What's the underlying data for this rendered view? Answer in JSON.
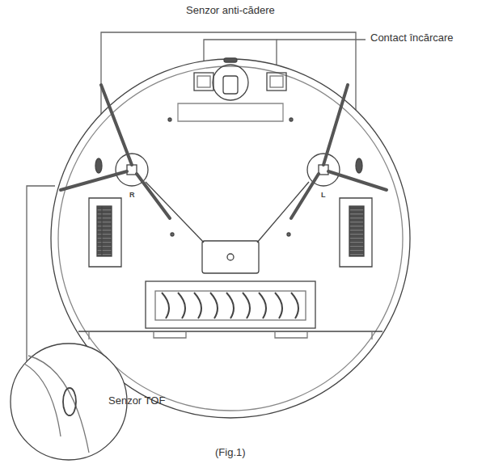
{
  "diagram": {
    "caption": "(Fig.1)",
    "labels": [
      "Senzor anti-cădere",
      "Contact încărcare",
      "R",
      "L",
      "Senzor TOF"
    ]
  }
}
